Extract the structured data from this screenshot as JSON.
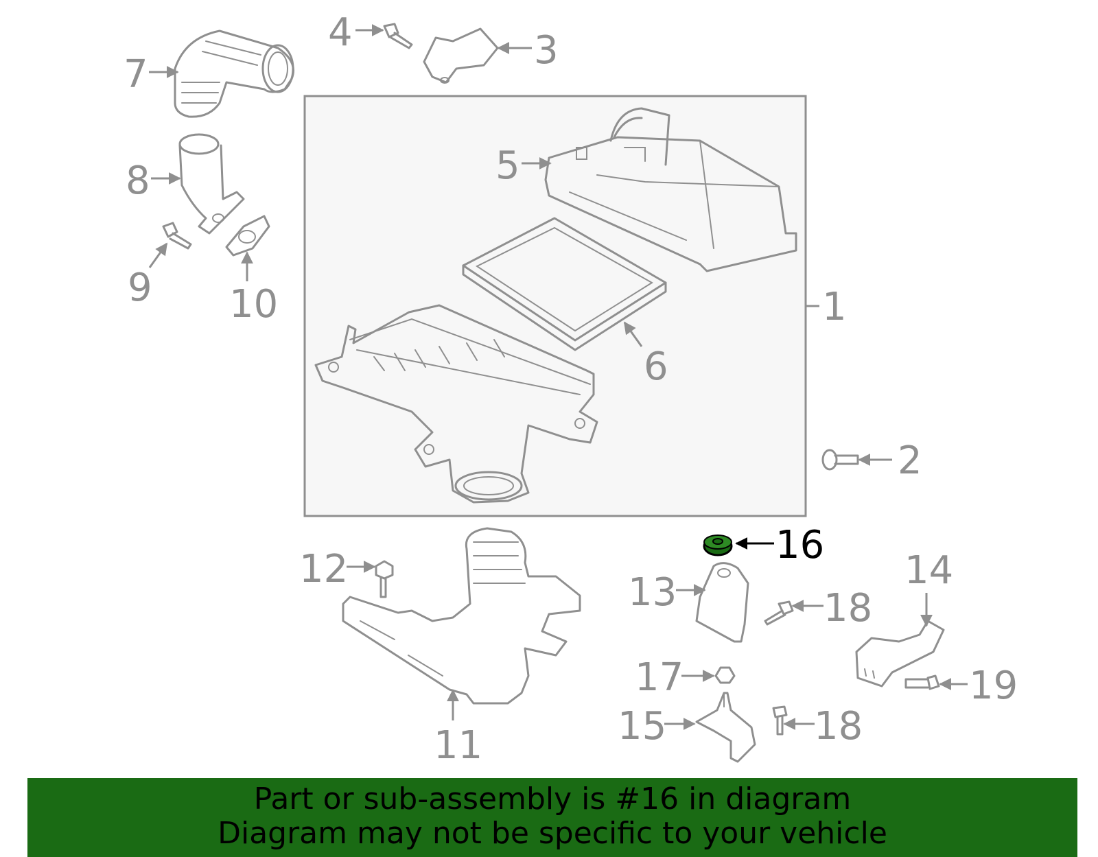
{
  "diagram": {
    "callouts": {
      "c1": "1",
      "c2": "2",
      "c3": "3",
      "c4": "4",
      "c5": "5",
      "c6": "6",
      "c7": "7",
      "c8": "8",
      "c9": "9",
      "c10": "10",
      "c11": "11",
      "c12": "12",
      "c13": "13",
      "c14": "14",
      "c15": "15",
      "c16": "16",
      "c17": "17",
      "c18a": "18",
      "c18b": "18",
      "c19": "19"
    },
    "highlighted_part": "16",
    "colors": {
      "line": "#8f8f8f",
      "highlight_text": "#000000",
      "highlight_part": "#1a6b14",
      "banner": "#1a6b14",
      "box_fill": "#f7f7f7"
    }
  },
  "banner": {
    "line1": "Part or sub-assembly is #16 in diagram",
    "line2": "Diagram may not be specific to your vehicle"
  }
}
